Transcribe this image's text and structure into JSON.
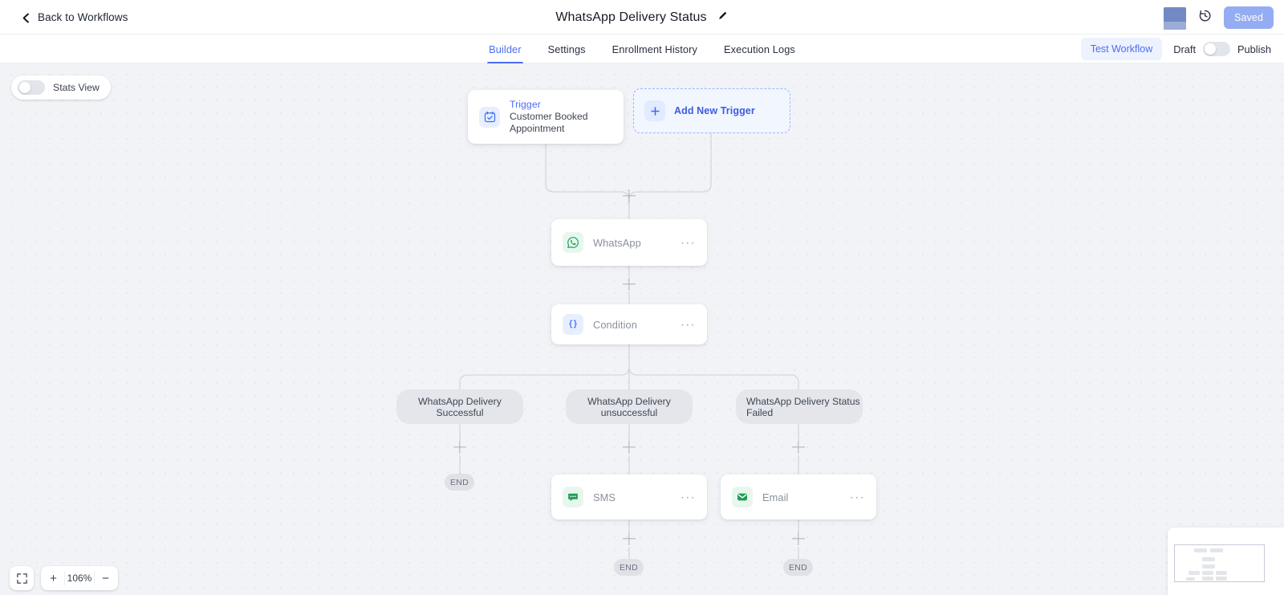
{
  "topbar": {
    "back_label": "Back to Workflows",
    "back_icon": "chevron-left-icon",
    "title": "WhatsApp Delivery Status",
    "edit_icon": "pencil-icon",
    "history_icon": "clock-history-icon",
    "avatar_icon": "user-avatar",
    "saved_label": "Saved",
    "saved_color": "#94adf2"
  },
  "tabbar": {
    "tabs": [
      {
        "label": "Builder",
        "active": true
      },
      {
        "label": "Settings",
        "active": false
      },
      {
        "label": "Enrollment History",
        "active": false
      },
      {
        "label": "Execution Logs",
        "active": false
      }
    ],
    "test_label": "Test Workflow",
    "draft_label": "Draft",
    "publish_label": "Publish",
    "toggle_state": "off",
    "accent_color": "#4c6ef5"
  },
  "canvas": {
    "stats_view_label": "Stats View",
    "stats_view_state": "off",
    "zoom_level": "106%",
    "zoom_in_label": "+",
    "zoom_out_label": "−",
    "fit_icon": "fit-to-screen-icon",
    "minimap_icon": "minimap"
  },
  "workflow": {
    "trigger": {
      "kind_label": "Trigger",
      "name": "Customer Booked Appointment",
      "icon": "calendar-check-icon"
    },
    "add_trigger": {
      "label": "Add New Trigger",
      "icon": "plus-icon"
    },
    "nodes": [
      {
        "id": "whatsapp",
        "label": "WhatsApp",
        "icon": "whatsapp-icon",
        "menu": "···"
      },
      {
        "id": "condition",
        "label": "Condition",
        "icon": "braces-icon",
        "menu": "···"
      },
      {
        "id": "sms",
        "label": "SMS",
        "icon": "sms-icon",
        "menu": "···"
      },
      {
        "id": "email",
        "label": "Email",
        "icon": "email-icon",
        "menu": "···"
      }
    ],
    "branches": [
      {
        "id": "branch-successful",
        "label_line1": "WhatsApp Delivery",
        "label_line2": "Successful"
      },
      {
        "id": "branch-unsuccessful",
        "label_line1": "WhatsApp Delivery",
        "label_line2": "unsuccessful"
      },
      {
        "id": "branch-failed",
        "label_line1": "WhatsApp Delivery Status",
        "label_line2": "Failed"
      }
    ],
    "end_label": "END"
  }
}
